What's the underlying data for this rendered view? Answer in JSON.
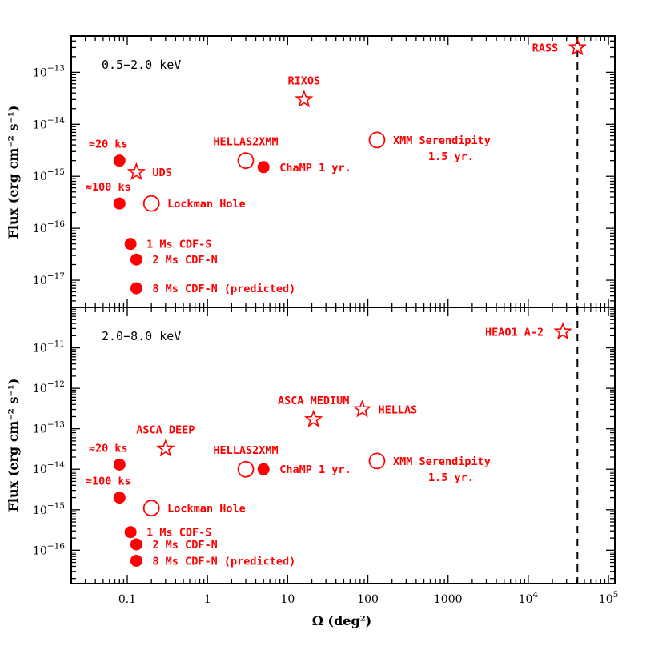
{
  "colors": {
    "marker": "#ff0000",
    "axis": "#000000"
  },
  "xlabel": "Ω (deg²)",
  "chart_data": [
    {
      "type": "scatter",
      "panel": "top",
      "band_label": "0.5−2.0 keV",
      "xlabel": "Ω (deg²)",
      "ylabel": "Flux (erg cm⁻² s⁻¹)",
      "xlim": [
        0.02,
        120000
      ],
      "ylim": [
        3e-18,
        5e-13
      ],
      "x_scale": "log",
      "y_scale": "log",
      "x_tick_labels": [
        "0.1",
        "1",
        "10",
        "100",
        "1000",
        "10⁴",
        "10⁵"
      ],
      "y_tick_labels": [
        "10⁻¹³",
        "10⁻¹⁴",
        "10⁻¹⁵",
        "10⁻¹⁶",
        "10⁻¹⁷"
      ],
      "vline": {
        "x": 41000,
        "style": "dashed"
      },
      "annotations": [
        {
          "text": "≈20 ks",
          "x": 0.08,
          "y": 2e-15,
          "anchor": "above"
        },
        {
          "text": "≈100 ks",
          "x": 0.08,
          "y": 3e-16,
          "anchor": "above"
        }
      ],
      "points": [
        {
          "label": "RASS",
          "x": 41000,
          "y": 3e-13,
          "marker": "open-star",
          "label_pos": "left"
        },
        {
          "label": "RIXOS",
          "x": 16,
          "y": 3e-14,
          "marker": "open-star",
          "label_pos": "above"
        },
        {
          "label": "XMM Serendipity\n1.5 yr.",
          "x": 130,
          "y": 5e-15,
          "marker": "open-circle",
          "label_pos": "right"
        },
        {
          "label": "HELLAS2XMM",
          "x": 3,
          "y": 2e-15,
          "marker": "open-circle",
          "label_pos": "above"
        },
        {
          "label": "ChaMP 1 yr.",
          "x": 5,
          "y": 1.5e-15,
          "marker": "filled-circle",
          "label_pos": "right"
        },
        {
          "label": "",
          "x": 0.08,
          "y": 2e-15,
          "marker": "filled-circle",
          "label_pos": "none"
        },
        {
          "label": "UDS",
          "x": 0.13,
          "y": 1.2e-15,
          "marker": "open-star",
          "label_pos": "right"
        },
        {
          "label": "",
          "x": 0.08,
          "y": 3e-16,
          "marker": "filled-circle",
          "label_pos": "none"
        },
        {
          "label": "Lockman Hole",
          "x": 0.2,
          "y": 3e-16,
          "marker": "open-circle",
          "label_pos": "right"
        },
        {
          "label": "1 Ms CDF-S",
          "x": 0.11,
          "y": 5e-17,
          "marker": "filled-circle",
          "label_pos": "right"
        },
        {
          "label": "2 Ms CDF-N",
          "x": 0.13,
          "y": 2.5e-17,
          "marker": "filled-circle",
          "label_pos": "right"
        },
        {
          "label": "8 Ms CDF-N (predicted)",
          "x": 0.13,
          "y": 7e-18,
          "marker": "filled-circle",
          "label_pos": "right"
        }
      ]
    },
    {
      "type": "scatter",
      "panel": "bottom",
      "band_label": "2.0−8.0 keV",
      "xlabel": "Ω (deg²)",
      "ylabel": "Flux (erg cm⁻² s⁻¹)",
      "xlim": [
        0.02,
        120000
      ],
      "ylim": [
        1.5e-17,
        1e-10
      ],
      "x_scale": "log",
      "y_scale": "log",
      "x_tick_labels": [
        "0.1",
        "1",
        "10",
        "100",
        "1000",
        "10⁴",
        "10⁵"
      ],
      "y_tick_labels": [
        "10⁻¹¹",
        "10⁻¹²",
        "10⁻¹³",
        "10⁻¹⁴",
        "10⁻¹⁵",
        "10⁻¹⁶"
      ],
      "vline": {
        "x": 41000,
        "style": "dashed"
      },
      "annotations": [
        {
          "text": "≈20 ks",
          "x": 0.08,
          "y": 1.3e-14,
          "anchor": "above"
        },
        {
          "text": "≈100 ks",
          "x": 0.08,
          "y": 2e-15,
          "anchor": "above"
        }
      ],
      "points": [
        {
          "label": "HEAO1 A-2",
          "x": 27000,
          "y": 2.5e-11,
          "marker": "open-star",
          "label_pos": "left"
        },
        {
          "label": "ASCA MEDIUM",
          "x": 21,
          "y": 1.7e-13,
          "marker": "open-star",
          "label_pos": "above"
        },
        {
          "label": "HELLAS",
          "x": 85,
          "y": 3e-13,
          "marker": "open-star",
          "label_pos": "right"
        },
        {
          "label": "ASCA DEEP",
          "x": 0.3,
          "y": 3.2e-14,
          "marker": "open-star",
          "label_pos": "above"
        },
        {
          "label": "XMM Serendipity\n1.5 yr.",
          "x": 130,
          "y": 1.6e-14,
          "marker": "open-circle",
          "label_pos": "right"
        },
        {
          "label": "HELLAS2XMM",
          "x": 3,
          "y": 1e-14,
          "marker": "open-circle",
          "label_pos": "above"
        },
        {
          "label": "ChaMP 1 yr.",
          "x": 5,
          "y": 1e-14,
          "marker": "filled-circle",
          "label_pos": "right"
        },
        {
          "label": "",
          "x": 0.08,
          "y": 1.3e-14,
          "marker": "filled-circle",
          "label_pos": "none"
        },
        {
          "label": "",
          "x": 0.08,
          "y": 2e-15,
          "marker": "filled-circle",
          "label_pos": "none"
        },
        {
          "label": "Lockman Hole",
          "x": 0.2,
          "y": 1.1e-15,
          "marker": "open-circle",
          "label_pos": "right"
        },
        {
          "label": "1 Ms CDF-S",
          "x": 0.11,
          "y": 2.8e-16,
          "marker": "filled-circle",
          "label_pos": "right"
        },
        {
          "label": "2 Ms CDF-N",
          "x": 0.13,
          "y": 1.4e-16,
          "marker": "filled-circle",
          "label_pos": "right"
        },
        {
          "label": "8 Ms CDF-N (predicted)",
          "x": 0.13,
          "y": 5.5e-17,
          "marker": "filled-circle",
          "label_pos": "right"
        }
      ]
    }
  ]
}
